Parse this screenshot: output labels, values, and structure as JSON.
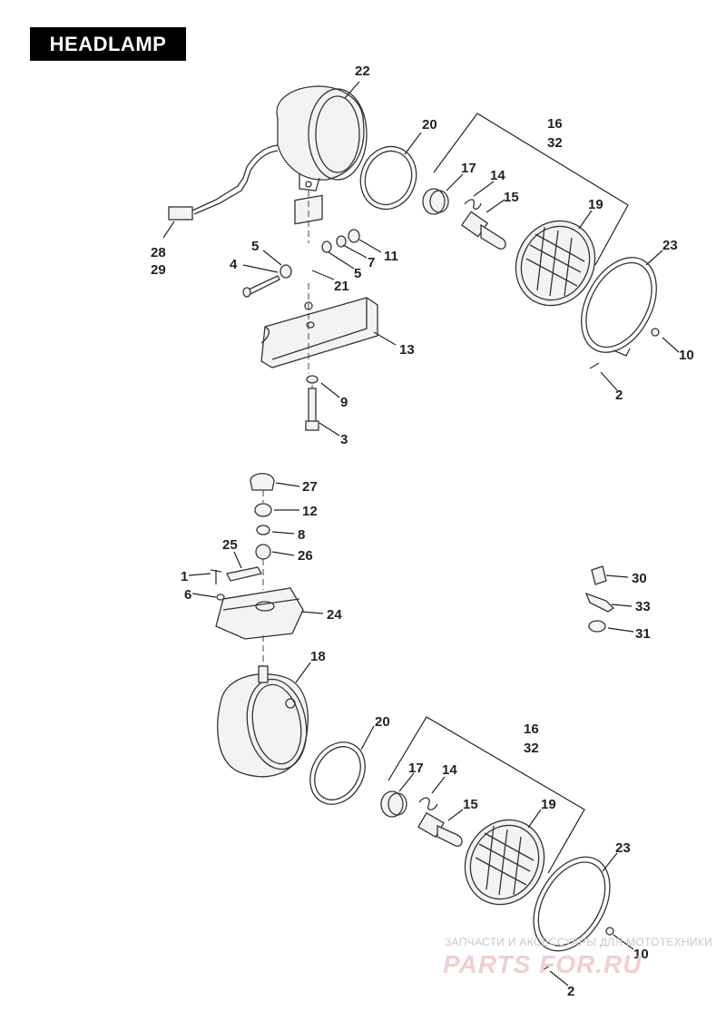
{
  "title": "HEADLAMP",
  "callouts": {
    "c22": "22",
    "c20a": "20",
    "c16a": "16",
    "c32a": "32",
    "c17a": "17",
    "c14a": "14",
    "c15a": "15",
    "c19a": "19",
    "c23a": "23",
    "c10a": "10",
    "c2a": "2",
    "c28": "28",
    "c29": "29",
    "c4": "4",
    "c5a": "5",
    "c5b": "5",
    "c7": "7",
    "c11": "11",
    "c21": "21",
    "c13": "13",
    "c9": "9",
    "c3": "3",
    "c27": "27",
    "c12": "12",
    "c8": "8",
    "c26": "26",
    "c25": "25",
    "c1": "1",
    "c6": "6",
    "c24": "24",
    "c30": "30",
    "c33": "33",
    "c31": "31",
    "c18": "18",
    "c20b": "20",
    "c16b": "16",
    "c32b": "32",
    "c17b": "17",
    "c14b": "14",
    "c15b": "15",
    "c19b": "19",
    "c23b": "23",
    "c10b": "10",
    "c2b": "2"
  },
  "watermark": {
    "tagline": "ЗАПЧАСТИ И АКСЕССУАРЫ ДЛЯ МОТОТЕХНИКИ",
    "logo": "PARTS FOR.RU"
  }
}
